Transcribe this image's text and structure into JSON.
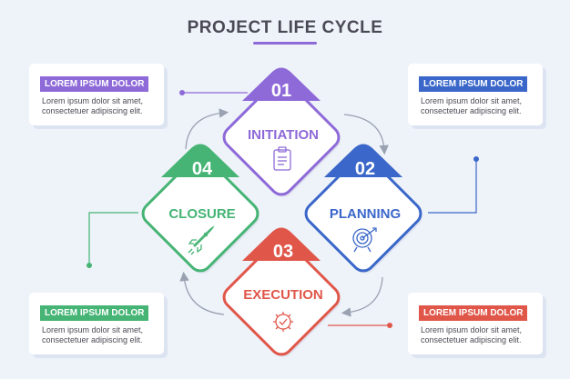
{
  "title": "PROJECT LIFE CYCLE",
  "colors": {
    "initiation": "#8e6ad8",
    "planning": "#3a67c9",
    "execution": "#e0574a",
    "closure": "#45b474",
    "connector": "#9aa2b2",
    "background": "#eef2f9"
  },
  "stages": [
    {
      "number": "01",
      "label": "INITIATION",
      "icon": "clipboard-icon"
    },
    {
      "number": "02",
      "label": "PLANNING",
      "icon": "target-icon"
    },
    {
      "number": "03",
      "label": "EXECUTION",
      "icon": "gear-check-icon"
    },
    {
      "number": "04",
      "label": "CLOSURE",
      "icon": "rocket-icon"
    }
  ],
  "callouts": [
    {
      "tag": "LOREM IPSUM DOLOR",
      "line1": "Lorem ipsum dolor sit amet,",
      "line2": "consectetuer adipiscing elit."
    },
    {
      "tag": "LOREM IPSUM DOLOR",
      "line1": "Lorem ipsum dolor sit amet,",
      "line2": "consectetuer adipiscing elit."
    },
    {
      "tag": "LOREM IPSUM DOLOR",
      "line1": "Lorem ipsum dolor sit amet,",
      "line2": "consectetuer adipiscing elit."
    },
    {
      "tag": "LOREM IPSUM DOLOR",
      "line1": "Lorem ipsum dolor sit amet,",
      "line2": "consectetuer adipiscing elit."
    }
  ]
}
